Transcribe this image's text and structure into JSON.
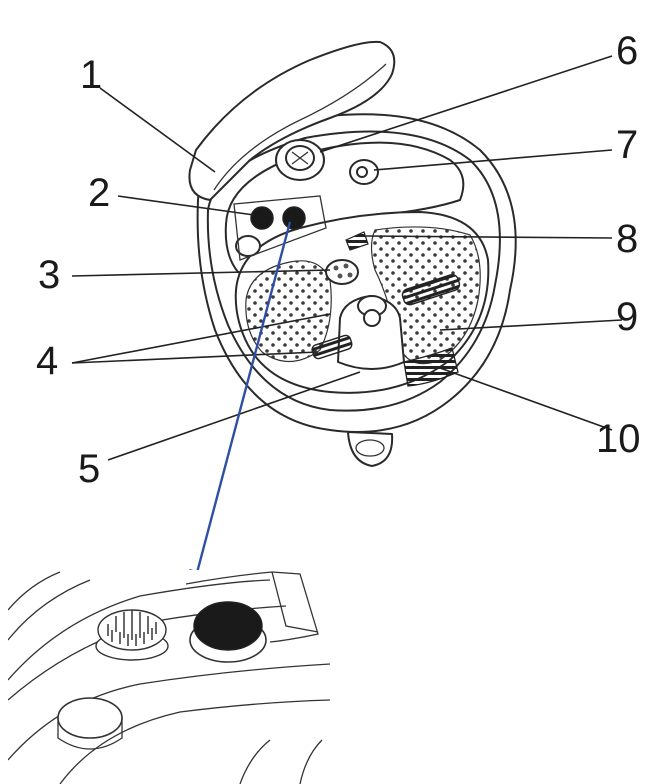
{
  "diagram": {
    "callouts": [
      {
        "id": "1",
        "label": "1"
      },
      {
        "id": "2",
        "label": "2"
      },
      {
        "id": "3",
        "label": "3"
      },
      {
        "id": "4",
        "label": "4"
      },
      {
        "id": "5",
        "label": "5"
      },
      {
        "id": "6",
        "label": "6"
      },
      {
        "id": "7",
        "label": "7"
      },
      {
        "id": "8",
        "label": "8"
      },
      {
        "id": "9",
        "label": "9"
      },
      {
        "id": "10",
        "label": "10"
      }
    ],
    "colors": {
      "line": "#222222",
      "arrow": "#2f4fa3",
      "attachment_dark": "#1a1a1a"
    }
  }
}
